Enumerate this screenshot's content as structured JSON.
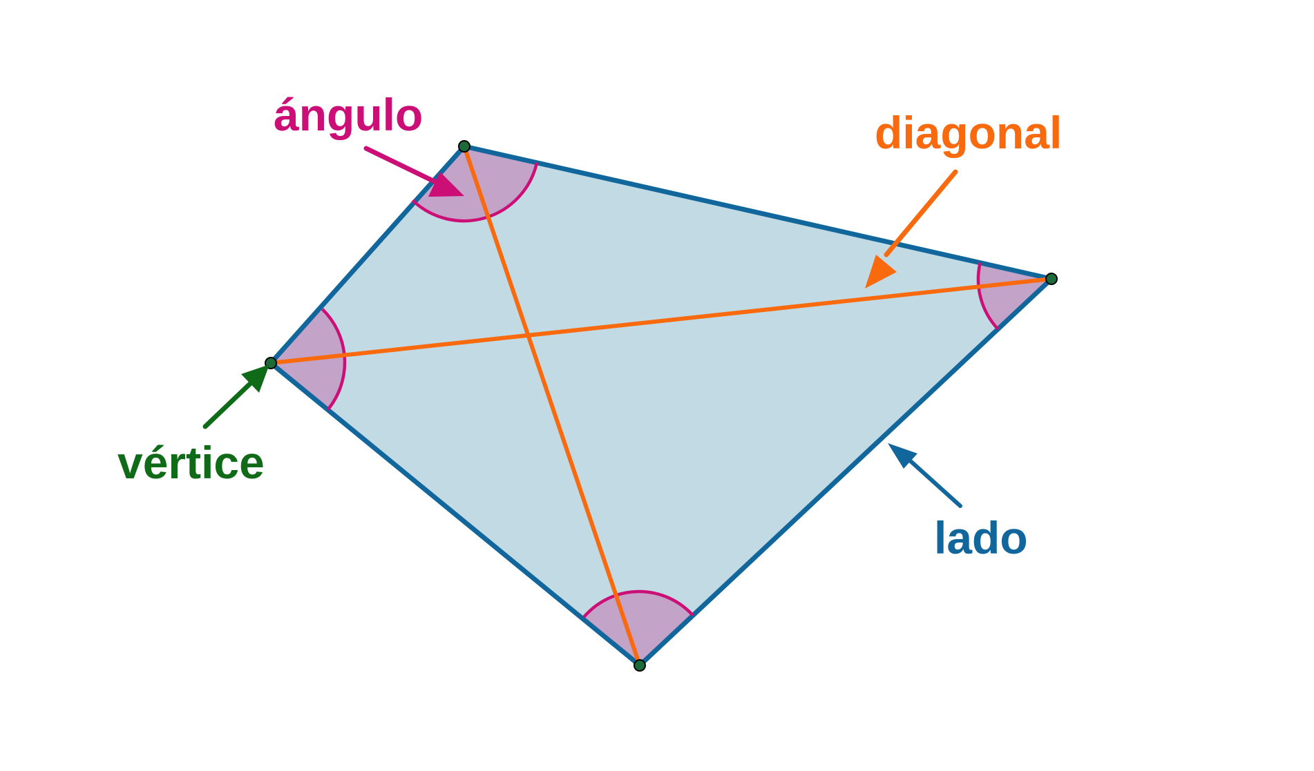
{
  "labels": {
    "angle": "ángulo",
    "diagonal": "diagonal",
    "vertex": "vértice",
    "side": "lado"
  },
  "colors": {
    "fill": "#c1dae3",
    "side": "#11669c",
    "diagonal": "#f96a0f",
    "angle_fill": "#c4a3c8",
    "angle_arc": "#cc0f77",
    "angle_label": "#cc0f77",
    "vertex_fill": "#1d6b3b",
    "vertex_label": "#0f6b17",
    "side_label": "#11669c",
    "diagonal_label": "#f96a0f"
  }
}
